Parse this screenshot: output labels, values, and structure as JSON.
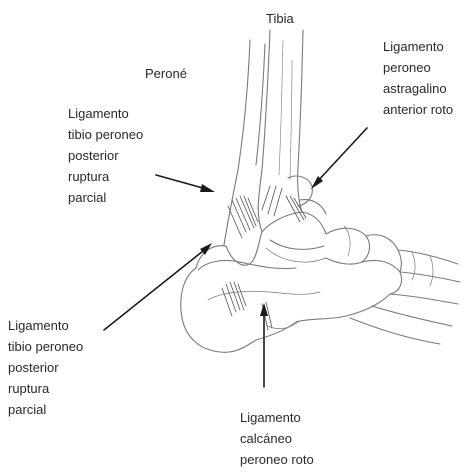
{
  "labels": {
    "tibia": "Tibia",
    "perone": "Peroné",
    "atfl": "Ligamento\nperoneo\nastragalino\nanterior roto",
    "posterior_upper": "Ligamento\ntibio  peroneo\nposterior\nruptura\nparcial",
    "posterior_lower": "Ligamento\ntibio  peroneo\nposterior\nruptura\nparcial",
    "cfl": "Ligamento\ncalcáneo\nperoneo roto"
  },
  "colors": {
    "ink": "#2a2a2a",
    "sketch": "#7a7a7a",
    "shade": "#555555",
    "background": "#ffffff"
  }
}
